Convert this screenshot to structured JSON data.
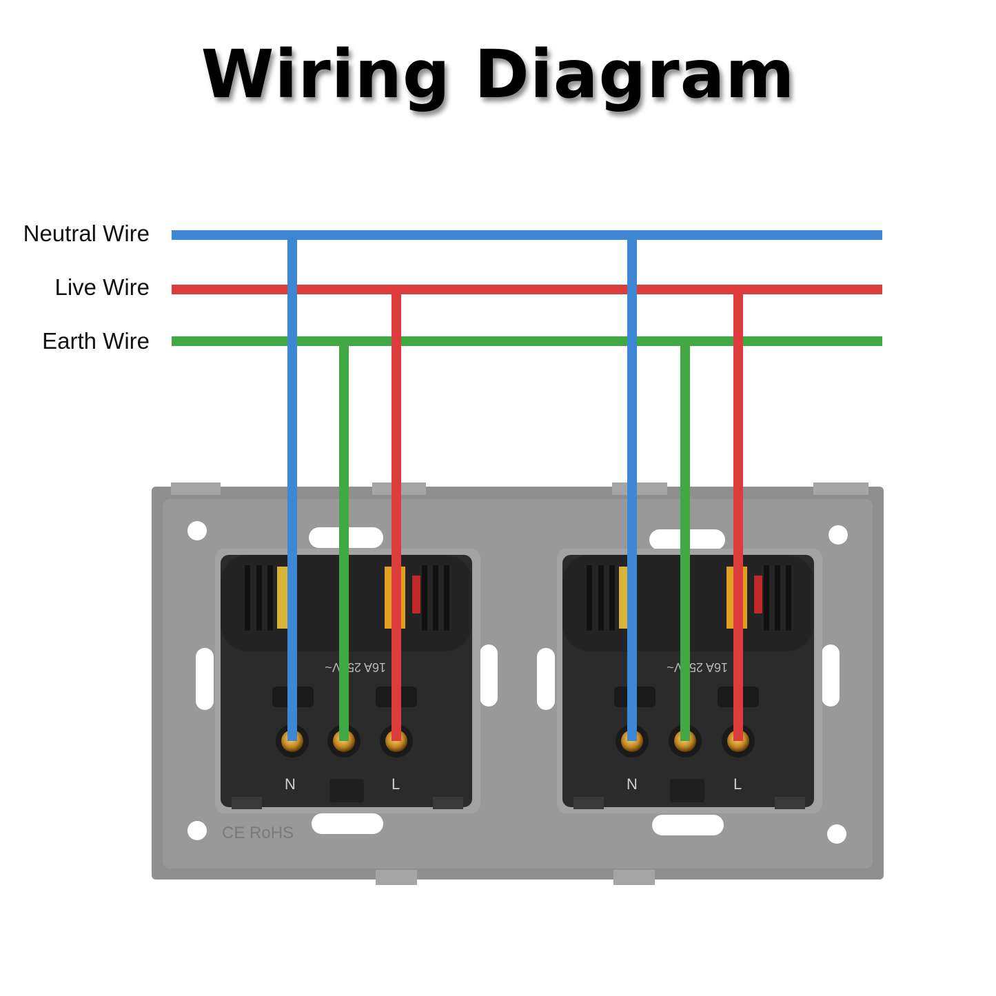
{
  "title": "Wiring Diagram",
  "wires": [
    {
      "label": "Neutral Wire",
      "color": "#3d87d4"
    },
    {
      "label": "Live Wire",
      "color": "#dc3c3c"
    },
    {
      "label": "Earth Wire",
      "color": "#40a944"
    }
  ],
  "socket_markings": {
    "neutral": "N",
    "live": "L",
    "rating": "16A 250V~",
    "plate": "CE RoHS"
  },
  "colors": {
    "plate": "#8f8f8f",
    "socket_body": "#2b2b2b",
    "terminal": "#d9a43c"
  }
}
